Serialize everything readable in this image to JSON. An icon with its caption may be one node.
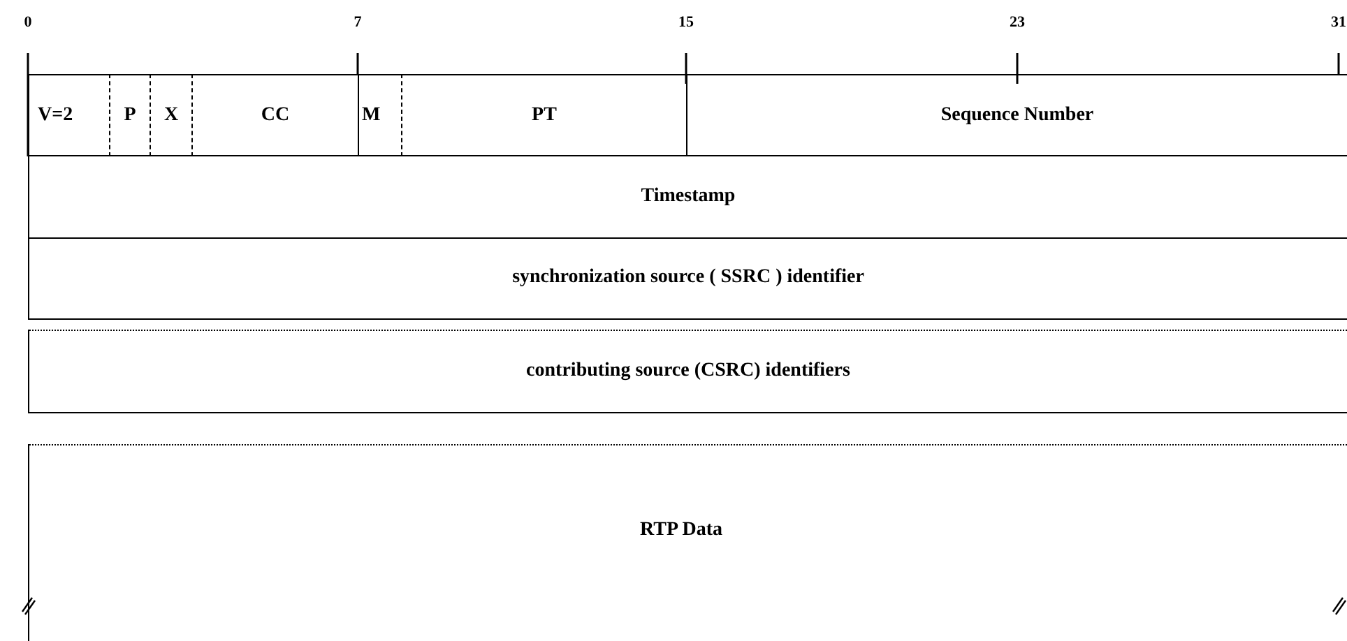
{
  "diagram": {
    "nodes": [
      {
        "text": [
          "V=2"
        ]
      },
      {
        "text": [
          "P"
        ]
      },
      {
        "text": [
          "X"
        ]
      },
      {
        "text": [
          "CC"
        ]
      },
      {
        "text": [
          "M"
        ]
      },
      {
        "text": [
          "PT"
        ]
      },
      {
        "text": [
          "Sequence Number"
        ]
      },
      {
        "text": [
          "Timestamp"
        ]
      },
      {
        "text": [
          "synchronization source ( SSRC ) identifier"
        ]
      },
      {
        "text": [
          "contributing source (CSRC) identifiers"
        ]
      },
      {
        "text": [
          "RTP Data"
        ]
      }
    ],
    "labels": [
      "0",
      "7",
      "15",
      "23",
      "31"
    ]
  }
}
